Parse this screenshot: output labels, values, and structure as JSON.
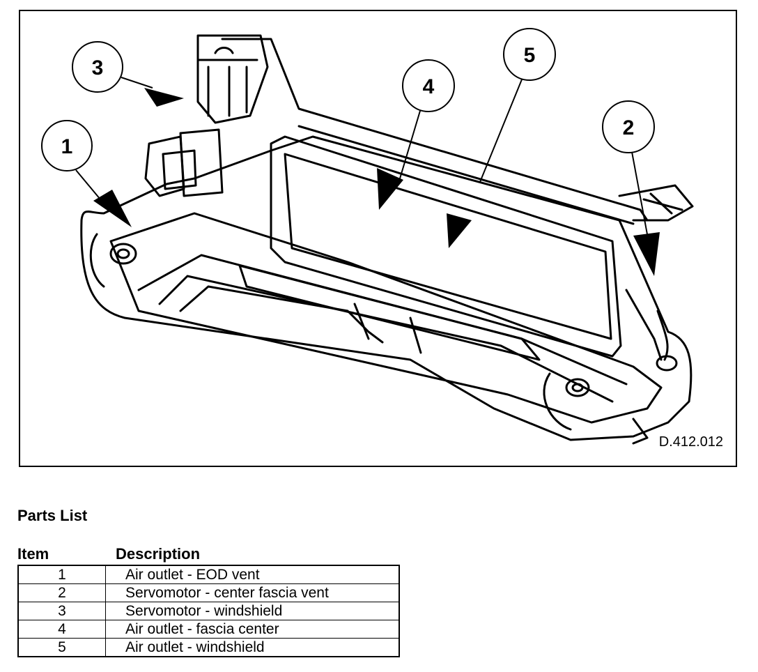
{
  "figure": {
    "callouts": [
      "1",
      "2",
      "3",
      "4",
      "5"
    ],
    "drawing_code": "D.412.012"
  },
  "parts_list": {
    "title": "Parts List",
    "headers": {
      "item": "Item",
      "description": "Description"
    },
    "rows": [
      {
        "item": "1",
        "description": "Air outlet - EOD vent"
      },
      {
        "item": "2",
        "description": "Servomotor - center fascia vent"
      },
      {
        "item": "3",
        "description": "Servomotor - windshield"
      },
      {
        "item": "4",
        "description": "Air outlet - fascia center"
      },
      {
        "item": "5",
        "description": "Air outlet - windshield"
      }
    ]
  }
}
